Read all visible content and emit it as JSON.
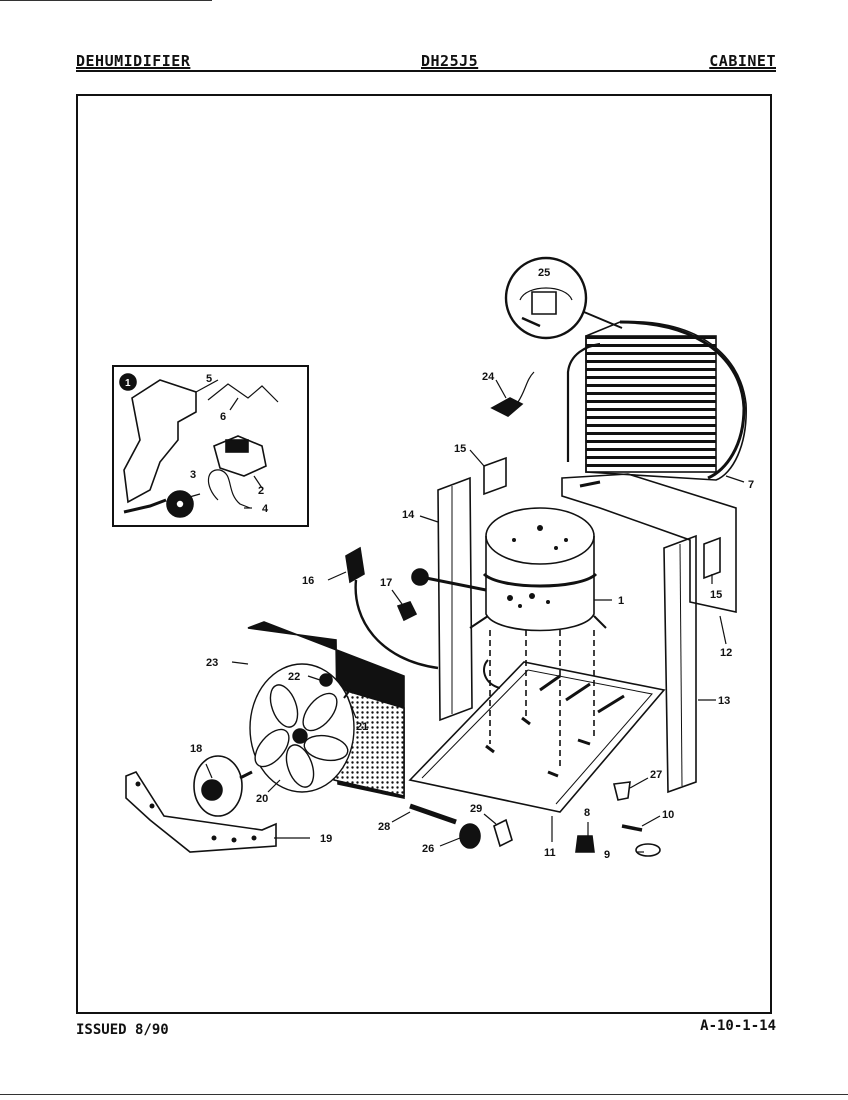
{
  "header": {
    "left": "DEHUMIDIFIER",
    "center": "DH25J5",
    "right": "CABINET"
  },
  "footer": {
    "issued": "ISSUED 8/90",
    "page_code": "A-10-1-14"
  },
  "inset": {
    "marker": "1"
  },
  "callouts": {
    "c1": "1",
    "c2": "2",
    "c3": "3",
    "c4": "4",
    "c5": "5",
    "c6": "6",
    "c7": "7",
    "c8": "8",
    "c9": "9",
    "c10": "10",
    "c11": "11",
    "c12": "12",
    "c13": "13",
    "c14": "14",
    "c15a": "15",
    "c15b": "15",
    "c16": "16",
    "c17": "17",
    "c18": "18",
    "c19": "19",
    "c20": "20",
    "c21": "21",
    "c22": "22",
    "c23": "23",
    "c24": "24",
    "c25": "25",
    "c26": "26",
    "c27": "27",
    "c28": "28",
    "c29": "29"
  },
  "colors": {
    "ink": "#111111",
    "paper": "#ffffff"
  }
}
